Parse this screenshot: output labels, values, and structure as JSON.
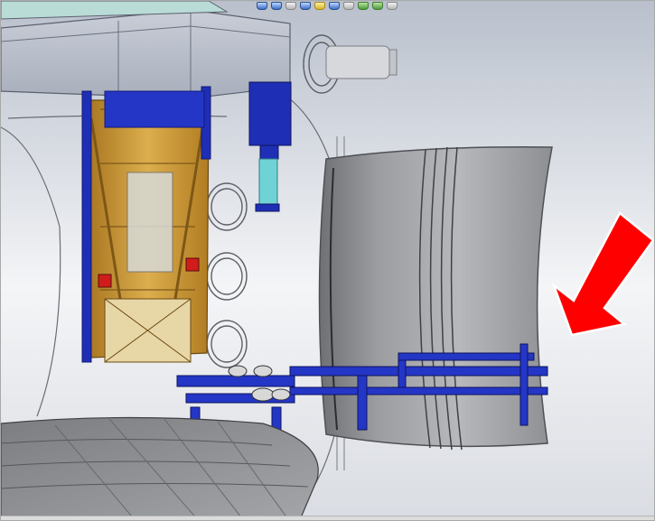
{
  "app": {
    "view_title": "",
    "background_top": "#b9c0cc",
    "background_mid": "#f4f5f7",
    "background_bottom": "#d9dce2"
  },
  "hud_toolbar": {
    "buttons": [
      {
        "name": "zoom-to-fit-icon",
        "tone": "blue"
      },
      {
        "name": "zoom-area-icon",
        "tone": "blue"
      },
      {
        "name": "previous-view-icon",
        "tone": "grey"
      },
      {
        "name": "section-view-icon",
        "tone": "blue"
      },
      {
        "name": "view-orientation-icon",
        "tone": "yellow"
      },
      {
        "name": "display-style-icon",
        "tone": "blue"
      },
      {
        "name": "hide-show-items-icon",
        "tone": "grey"
      },
      {
        "name": "edit-appearance-icon",
        "tone": "green"
      },
      {
        "name": "apply-scene-icon",
        "tone": "green"
      },
      {
        "name": "view-settings-icon",
        "tone": "grey"
      }
    ]
  },
  "annotation": {
    "arrow_color": "#ff0000",
    "arrow_outline": "#ffffff",
    "meaning": ""
  },
  "colors": {
    "frame_blue": "#1f2fb5",
    "frame_gold": "#c8922a",
    "shell_grey": "#8d8f93",
    "marker_red": "#d11c1c",
    "cylinder_light": "#cfd2d9",
    "cyan_part": "#6fd3d6"
  }
}
